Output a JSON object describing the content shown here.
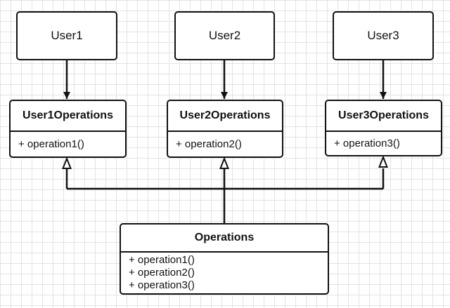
{
  "users": [
    {
      "label": "User1"
    },
    {
      "label": "User2"
    },
    {
      "label": "User3"
    }
  ],
  "user_classes": [
    {
      "name": "User1Operations",
      "method": "+ operation1()"
    },
    {
      "name": "User2Operations",
      "method": "+ operation2()"
    },
    {
      "name": "User3Operations",
      "method": "+ operation3()"
    }
  ],
  "operations": {
    "name": "Operations",
    "methods": [
      "+ operation1()",
      "+ operation2()",
      "+ operation3()"
    ]
  },
  "colors": {
    "line": "#111111",
    "grid": "#e3e3e3",
    "box_fill": "#ffffff"
  }
}
